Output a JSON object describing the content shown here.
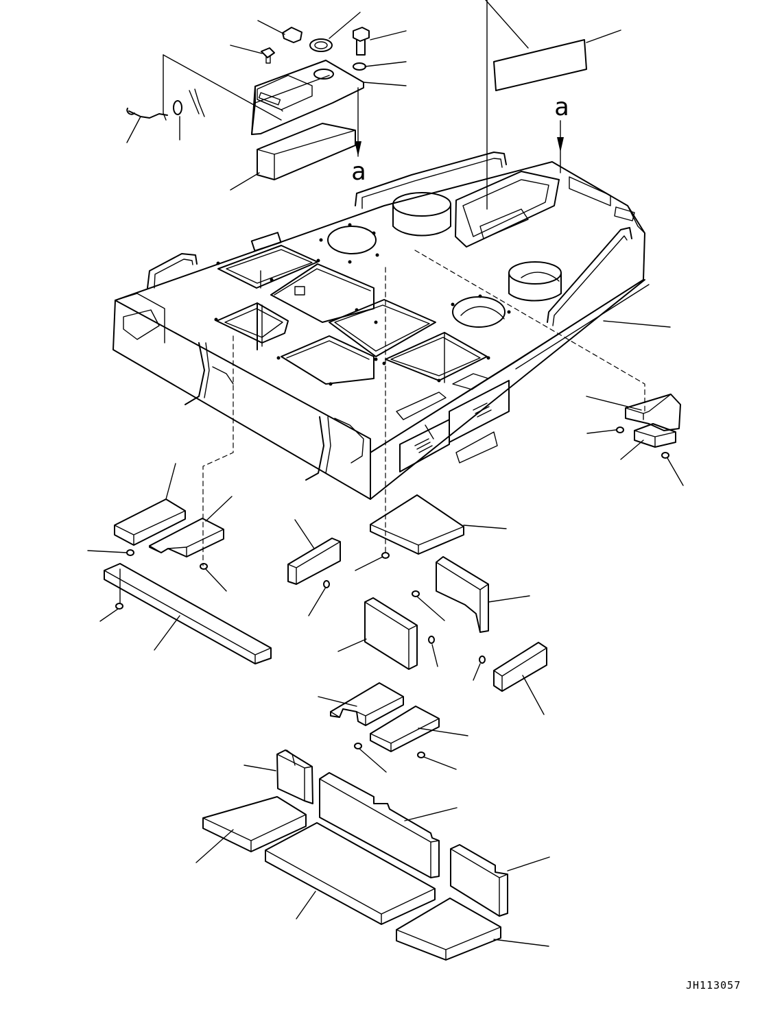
{
  "drawing": {
    "view_marker_top": "a",
    "view_marker_right": "a",
    "drawing_code": "JH113057"
  }
}
